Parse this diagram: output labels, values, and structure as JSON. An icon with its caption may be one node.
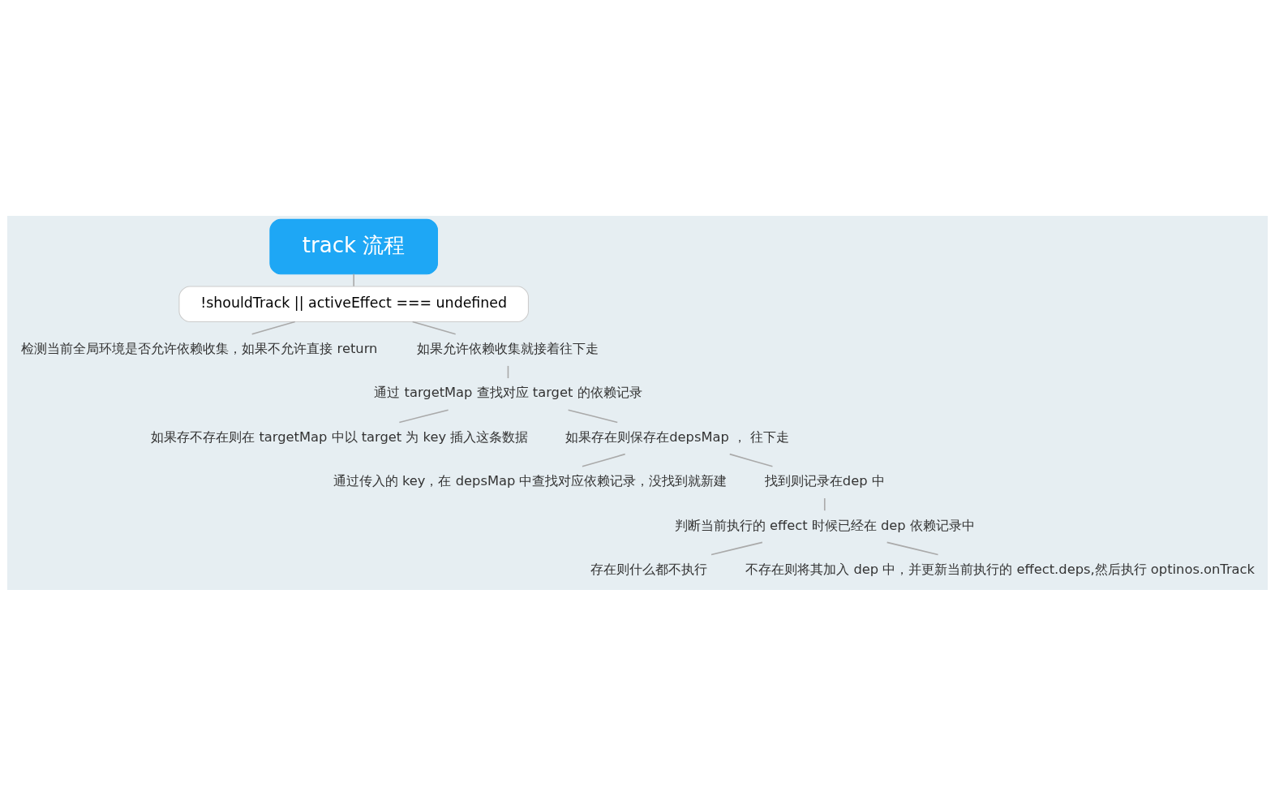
{
  "diagram": {
    "nodes": [
      {
        "text": [
          "track 流程"
        ]
      },
      {
        "text": [
          "!shouldTrack || activeEffect === undefined"
        ]
      },
      {
        "text": [
          "检测当前全局环境是否允许依赖收集，如果不允许直接 return"
        ]
      },
      {
        "text": [
          "如果允许依赖收集就接着往下走"
        ]
      },
      {
        "text": [
          "通过 targetMap 查找对应 target 的依赖记录"
        ]
      },
      {
        "text": [
          "如果存不存在则在 targetMap 中以 target 为 key 插入这条数据"
        ]
      },
      {
        "text": [
          "如果存在则保存在depsMap ， 往下走"
        ]
      },
      {
        "text": [
          "通过传入的 key，在 depsMap 中查找对应依赖记录，没找到就新建"
        ]
      },
      {
        "text": [
          "找到则记录在dep 中"
        ]
      },
      {
        "text": [
          "判断当前执行的 effect 时候已经在 dep 依赖记录中"
        ]
      },
      {
        "text": [
          "存在则什么都不执行"
        ]
      },
      {
        "text": [
          "不存在则将其加入 dep 中，并更新当前执行的 effect.deps,然后执行 optinos.onTrack"
        ]
      }
    ],
    "edges": [
      {
        "from": 0,
        "to": 1,
        "arrow": "none"
      },
      {
        "from": 1,
        "to": 2,
        "arrow": "none"
      },
      {
        "from": 1,
        "to": 3,
        "arrow": "none"
      },
      {
        "from": 3,
        "to": 4,
        "arrow": "none"
      },
      {
        "from": 4,
        "to": 5,
        "arrow": "none"
      },
      {
        "from": 4,
        "to": 6,
        "arrow": "none"
      },
      {
        "from": 6,
        "to": 7,
        "arrow": "none"
      },
      {
        "from": 6,
        "to": 8,
        "arrow": "none"
      },
      {
        "from": 8,
        "to": 9,
        "arrow": "none"
      },
      {
        "from": 9,
        "to": 10,
        "arrow": "none"
      },
      {
        "from": 9,
        "to": 11,
        "arrow": "none"
      }
    ]
  }
}
